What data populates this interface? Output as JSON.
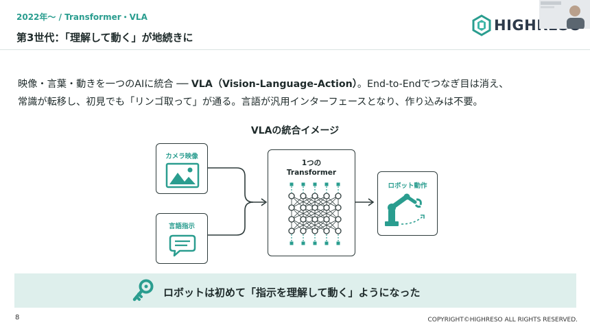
{
  "header": {
    "kicker": "2022年〜 / Transformer・VLA",
    "title": "第3世代：「理解して動く」が地続きに",
    "logo_text": "HIGHRESO"
  },
  "body": {
    "line1_prefix": "映像・言葉・動きを一つのAIに統合 ── ",
    "line1_bold": "VLA（Vision-Language-Action）",
    "line1_suffix": "。End-to-Endでつなぎ目は消え、",
    "line2": "常識が転移し、初見でも「リンゴ取って」が通る。言語が汎用インターフェースとなり、作り込みは不要。"
  },
  "diagram": {
    "title": "VLAの統合イメージ",
    "camera_label": "カメラ映像",
    "language_label": "言語指示",
    "transformer_line1": "1つの",
    "transformer_line2": "Transformer",
    "robot_label": "ロボット動作",
    "icons": [
      "image-icon",
      "speech-bubble-icon",
      "neural-network-icon",
      "robot-arm-icon",
      "arrow-icon"
    ],
    "accent_color": "#2a9d8f",
    "line_color": "#2d3a3a"
  },
  "banner": {
    "text": "ロボットは初めて「指示を理解して動く」ようになった",
    "icon": "key-icon",
    "background": "#deefec"
  },
  "footer": {
    "page_number": "8",
    "copyright": "COPYRIGHT©HIGHRESO ALL RIGHTS RESERVED."
  }
}
